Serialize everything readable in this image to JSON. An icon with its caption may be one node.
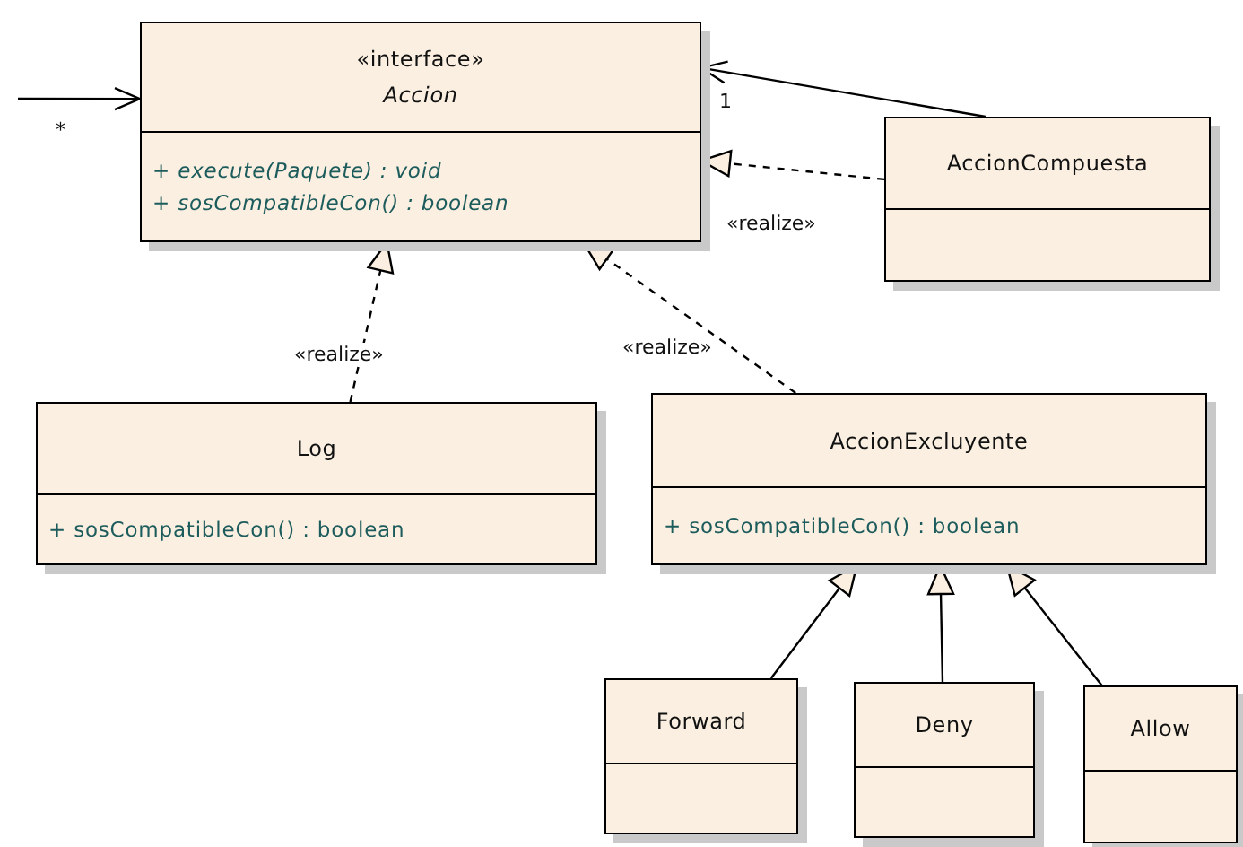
{
  "diagram": {
    "nodes": [
      {
        "text": [
          "«interface»",
          "Accion",
          "+ execute(Paquete) : void",
          "+ sosCompatibleCon() : boolean"
        ]
      },
      {
        "text": [
          "AccionCompuesta"
        ]
      },
      {
        "text": [
          "Log",
          "+ sosCompatibleCon() : boolean"
        ]
      },
      {
        "text": [
          "AccionExcluyente",
          "+ sosCompatibleCon() : boolean"
        ]
      },
      {
        "text": [
          "Forward"
        ]
      },
      {
        "text": [
          "Deny"
        ]
      },
      {
        "text": [
          "Allow"
        ]
      }
    ],
    "edges": [
      {
        "from": null,
        "to": 0,
        "arrow": "to",
        "label": "*"
      },
      {
        "from": 1,
        "to": 0,
        "arrow": "to",
        "label": "1"
      },
      {
        "from": 1,
        "to": 0,
        "arrow": "to",
        "label": "«realize»",
        "style": "dashed"
      },
      {
        "from": 2,
        "to": 0,
        "arrow": "to",
        "label": "«realize»",
        "style": "dashed"
      },
      {
        "from": 3,
        "to": 0,
        "arrow": "to",
        "label": "«realize»",
        "style": "dashed"
      },
      {
        "from": 4,
        "to": 3,
        "arrow": "to"
      },
      {
        "from": 5,
        "to": 3,
        "arrow": "to"
      },
      {
        "from": 6,
        "to": 3,
        "arrow": "to"
      }
    ]
  }
}
